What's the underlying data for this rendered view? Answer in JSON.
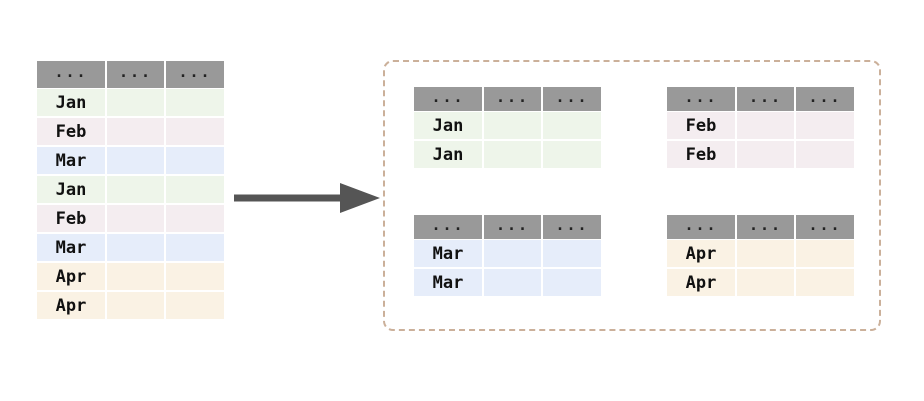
{
  "diagram": {
    "title": "groupby-split-diagram",
    "arrow": {
      "name": "flow-arrow",
      "direction": "right",
      "color": "#555555"
    },
    "group_panel": {
      "border_style": "dashed",
      "border_color": "#cbb09a"
    }
  },
  "palette": {
    "header_gray": "#999999",
    "green": "#eef5ea",
    "pink": "#f4edf0",
    "blue": "#e6edfa",
    "cream": "#faf2e4",
    "grid_white": "#ffffff",
    "text_dark": "#111111",
    "arrow_gray": "#555555",
    "dash_border": "#cbb09a"
  },
  "source_table": {
    "name": "source-table",
    "headers": [
      "...",
      "...",
      "..."
    ],
    "rows": [
      {
        "label": "Jan",
        "color": "#eef5ea",
        "cells": [
          "",
          ""
        ]
      },
      {
        "label": "Feb",
        "color": "#f4edf0",
        "cells": [
          "",
          ""
        ]
      },
      {
        "label": "Mar",
        "color": "#e6edfa",
        "cells": [
          "",
          ""
        ]
      },
      {
        "label": "Jan",
        "color": "#eef5ea",
        "cells": [
          "",
          ""
        ]
      },
      {
        "label": "Feb",
        "color": "#f4edf0",
        "cells": [
          "",
          ""
        ]
      },
      {
        "label": "Mar",
        "color": "#e6edfa",
        "cells": [
          "",
          ""
        ]
      },
      {
        "label": "Apr",
        "color": "#faf2e4",
        "cells": [
          "",
          ""
        ]
      },
      {
        "label": "Apr",
        "color": "#faf2e4",
        "cells": [
          "",
          ""
        ]
      }
    ]
  },
  "group_tables": [
    {
      "name": "group-table-jan",
      "key": "Jan",
      "color": "#eef5ea",
      "headers": [
        "...",
        "...",
        "..."
      ],
      "rows": [
        {
          "label": "Jan",
          "cells": [
            "",
            ""
          ]
        },
        {
          "label": "Jan",
          "cells": [
            "",
            ""
          ]
        }
      ]
    },
    {
      "name": "group-table-feb",
      "key": "Feb",
      "color": "#f4edf0",
      "headers": [
        "...",
        "...",
        "..."
      ],
      "rows": [
        {
          "label": "Feb",
          "cells": [
            "",
            ""
          ]
        },
        {
          "label": "Feb",
          "cells": [
            "",
            ""
          ]
        }
      ]
    },
    {
      "name": "group-table-mar",
      "key": "Mar",
      "color": "#e6edfa",
      "headers": [
        "...",
        "...",
        "..."
      ],
      "rows": [
        {
          "label": "Mar",
          "cells": [
            "",
            ""
          ]
        },
        {
          "label": "Mar",
          "cells": [
            "",
            ""
          ]
        }
      ]
    },
    {
      "name": "group-table-apr",
      "key": "Apr",
      "color": "#faf2e4",
      "headers": [
        "...",
        "...",
        "..."
      ],
      "rows": [
        {
          "label": "Apr",
          "cells": [
            "",
            ""
          ]
        },
        {
          "label": "Apr",
          "cells": [
            "",
            ""
          ]
        }
      ]
    }
  ]
}
